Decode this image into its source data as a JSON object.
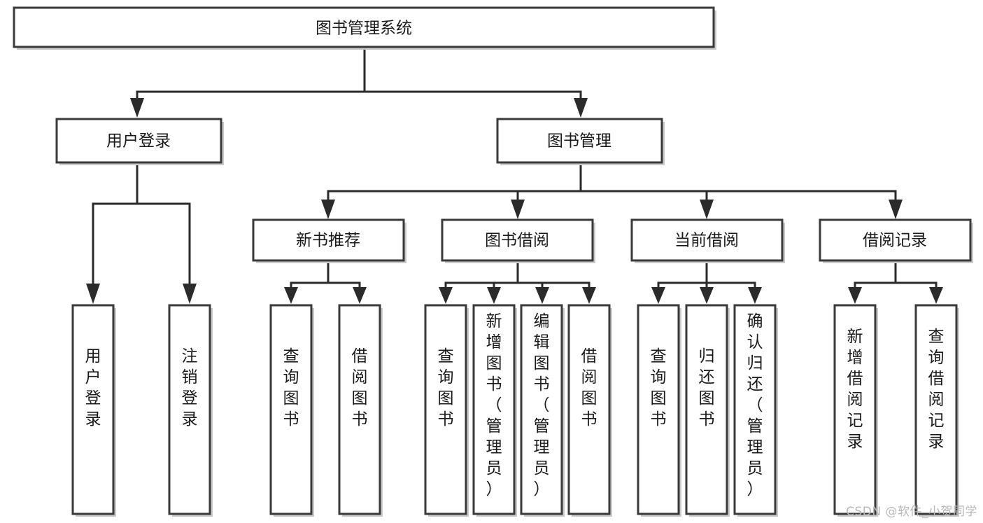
{
  "diagram": {
    "title": "图书管理系统",
    "type": "tree-hierarchy",
    "watermark": "CSDN @软件_小贺同学",
    "colors": {
      "box_fill": "#ffffff",
      "box_stroke": "#3a3a3a",
      "edge": "#2b2b2b",
      "text": "#1a1a1a",
      "watermark": "#b8b8b8"
    },
    "root": {
      "label": "图书管理系统",
      "id": "root"
    },
    "level2": [
      {
        "id": "user-login",
        "label": "用户登录"
      },
      {
        "id": "book-manage",
        "label": "图书管理"
      }
    ],
    "level3": [
      {
        "id": "new-book-rec",
        "label": "新书推荐",
        "parent": "book-manage"
      },
      {
        "id": "book-borrow",
        "label": "图书借阅",
        "parent": "book-manage"
      },
      {
        "id": "current-borrow",
        "label": "当前借阅",
        "parent": "book-manage"
      },
      {
        "id": "borrow-record",
        "label": "借阅记录",
        "parent": "book-manage"
      }
    ],
    "leaves": [
      {
        "id": "leaf-user-login",
        "label": "用户登录",
        "parent": "user-login"
      },
      {
        "id": "leaf-logout",
        "label": "注销登录",
        "parent": "user-login"
      },
      {
        "id": "leaf-query-book-1",
        "label": "查询图书",
        "parent": "new-book-rec"
      },
      {
        "id": "leaf-borrow-book-1",
        "label": "借阅图书",
        "parent": "new-book-rec"
      },
      {
        "id": "leaf-query-book-2",
        "label": "查询图书",
        "parent": "book-borrow"
      },
      {
        "id": "leaf-add-book",
        "label": "新增图书（管理员）",
        "parent": "book-borrow"
      },
      {
        "id": "leaf-edit-book",
        "label": "编辑图书（管理员）",
        "parent": "book-borrow"
      },
      {
        "id": "leaf-borrow-book-2",
        "label": "借阅图书",
        "parent": "book-borrow"
      },
      {
        "id": "leaf-query-book-3",
        "label": "查询图书",
        "parent": "current-borrow"
      },
      {
        "id": "leaf-return-book",
        "label": "归还图书",
        "parent": "current-borrow"
      },
      {
        "id": "leaf-confirm-return",
        "label": "确认归还（管理员）",
        "parent": "current-borrow"
      },
      {
        "id": "leaf-add-record",
        "label": "新增借阅记录",
        "parent": "borrow-record"
      },
      {
        "id": "leaf-query-record",
        "label": "查询借阅记录",
        "parent": "borrow-record"
      }
    ]
  }
}
